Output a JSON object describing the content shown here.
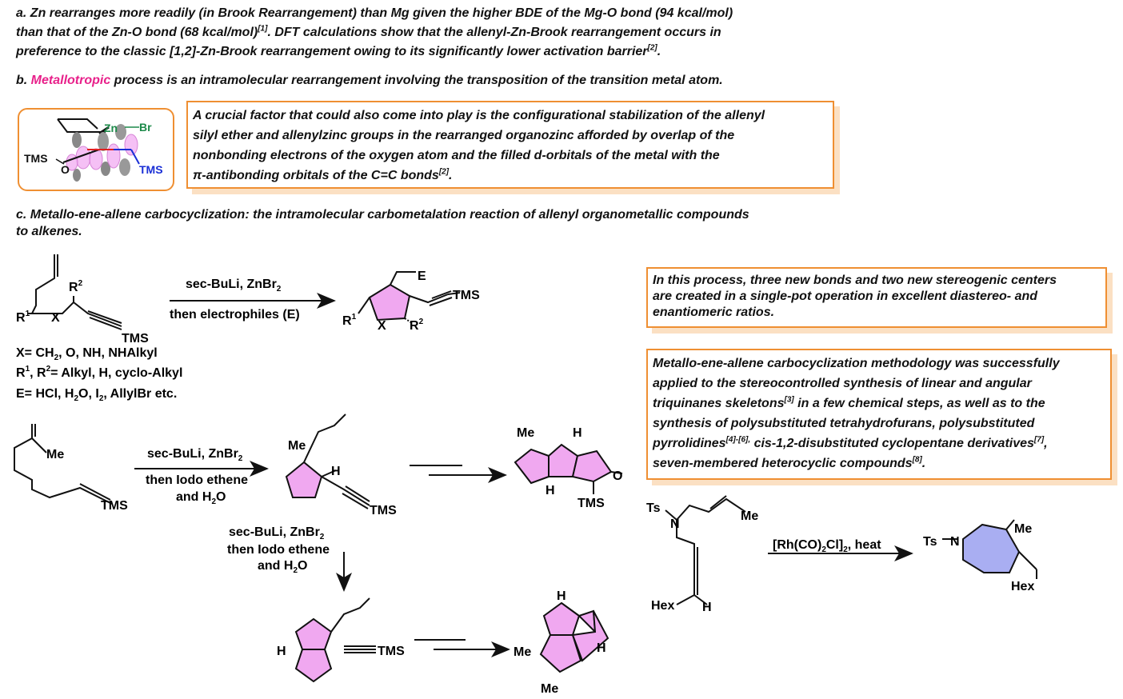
{
  "section_a": {
    "lines": [
      "a. Zn rearranges more readily (in Brook Rearrangement) than Mg given the higher BDE of the Mg-O bond (94 kcal/mol)",
      "than that of the Zn-O bond (68 kcal/mol)",
      "[1]",
      ". DFT calculations show that the allenyl-Zn-Brook rearrangement occurs in",
      "preference to the classic [1,2]-Zn-Brook rearrangement owing to its significantly lower activation barrier",
      "[2]",
      "."
    ]
  },
  "section_b": {
    "prefix": "b. ",
    "highlight": "Metallotropic",
    "rest": " process is an intramolecular rearrangement involving the transposition of the transition metal atom.",
    "highlight_color": "#e8208a"
  },
  "box_orbital": {
    "lines": [
      "A crucial factor that could also come into play is the configurational stabilization of the allenyl",
      "silyl ether and allenylzinc groups in the rearranged organozinc afforded by overlap of the",
      "nonbonding electrons of the oxygen atom and the filled d-orbitals of the metal with the",
      "π-antibonding orbitals of the C=C bonds",
      "[2]",
      "."
    ]
  },
  "section_c": {
    "lines": [
      "c. Metallo-ene-allene carbocyclization: the intramolecular carbometalation reaction of allenyl organometallic compounds",
      "to alkenes."
    ]
  },
  "box_process": {
    "lines": [
      "In this process, three new bonds and two new stereogenic centers",
      "are created in a single-pot operation in excellent diastereo- and",
      "enantiomeric ratios."
    ]
  },
  "box_method": {
    "l1": "Metallo-ene-allene carbocyclization methodology was successfully",
    "l2": "applied to the stereocontrolled synthesis of linear and angular",
    "l3a": "triquinanes skeletons",
    "l3sup": "[3]",
    "l3b": " in a few chemical steps, as well as to the",
    "l4": "synthesis of polysubstituted tetrahydrofurans, polysubstituted",
    "l5a": "pyrrolidines",
    "l5sup": "[4]-[6],",
    "l5b": " cis-1,2-disubstituted cyclopentane derivatives",
    "l5sup2": "[7]",
    "l5c": ",",
    "l6a": "seven-membered heterocyclic compounds",
    "l6sup": "[8]",
    "l6b": "."
  },
  "orbital_figure": {
    "zn": "Zn",
    "br": "Br",
    "tms_left": "TMS",
    "o": "O",
    "tms_right": "TMS"
  },
  "reaction1": {
    "reagent_top": "sec-BuLi,  ZnBr",
    "reagent_top_sub": "2",
    "reagent_bottom": "then electrophiles (E)",
    "r1": "R",
    "r1sup": "1",
    "r2": "R",
    "r2sup": "2",
    "x": "X",
    "tms": "TMS",
    "e": "E",
    "prod_r1": "R",
    "prod_r1sup": "1",
    "prod_x": "X",
    "prod_r2": "R",
    "prod_r2sup": "2",
    "prod_tms": "TMS",
    "legend_x": "X= CH",
    "legend_x_sub": "2",
    "legend_x_rest": ", O, NH, NHAlkyl",
    "legend_r_a": "R",
    "legend_r_sup1": "1",
    "legend_r_b": ", R",
    "legend_r_sup2": "2",
    "legend_r_c": "= Alkyl, H, cyclo-Alkyl",
    "legend_e_a": "E= HCl, H",
    "legend_e_sub1": "2",
    "legend_e_b": "O, I",
    "legend_e_sub2": "2",
    "legend_e_c": ", AllylBr etc."
  },
  "reaction2": {
    "sm_me": "Me",
    "sm_tms": "TMS",
    "reagent_top": "sec-BuLi,  ZnBr",
    "reagent_top_sub": "2",
    "reagent_mid": "then Iodo ethene",
    "reagent_bot": "and H",
    "reagent_bot_sub": "2",
    "reagent_bot_rest": "O",
    "int_me": "Me",
    "int_h": "H",
    "int_tms": "TMS",
    "linear_me": "Me",
    "linear_h_top": "H",
    "linear_h_bot": "H",
    "linear_o": "O",
    "linear_tms": "TMS"
  },
  "reaction3": {
    "reagent_top": "sec-BuLi,  ZnBr",
    "reagent_top_sub": "2",
    "reagent_mid": "then Iodo ethene",
    "reagent_bot": "and H",
    "reagent_bot_sub": "2",
    "reagent_bot_rest": "O",
    "bicyclic_h": "H",
    "bicyclic_tms": "TMS",
    "angular_h_top": "H",
    "angular_h_right": "H",
    "angular_me1": "Me",
    "angular_me2": "Me"
  },
  "reaction4": {
    "ts": "Ts",
    "n": "N",
    "me": "Me",
    "hex": "Hex",
    "h": "H",
    "reagent_a": "[Rh(CO)",
    "reagent_sub1": "2",
    "reagent_b": "Cl]",
    "reagent_sub2": "2",
    "reagent_c": ", heat",
    "prod_ts": "Ts",
    "prod_n": "N",
    "prod_me": "Me",
    "prod_hex": "Hex"
  },
  "colors": {
    "accent_border": "#ef8f32",
    "box_shadow": "#fbe0c3",
    "ring_pink": "#f0a8f0",
    "ring_blue": "#a9aef2",
    "zn_green": "#1d8a4a",
    "tms_blue": "#1a2fd6"
  }
}
